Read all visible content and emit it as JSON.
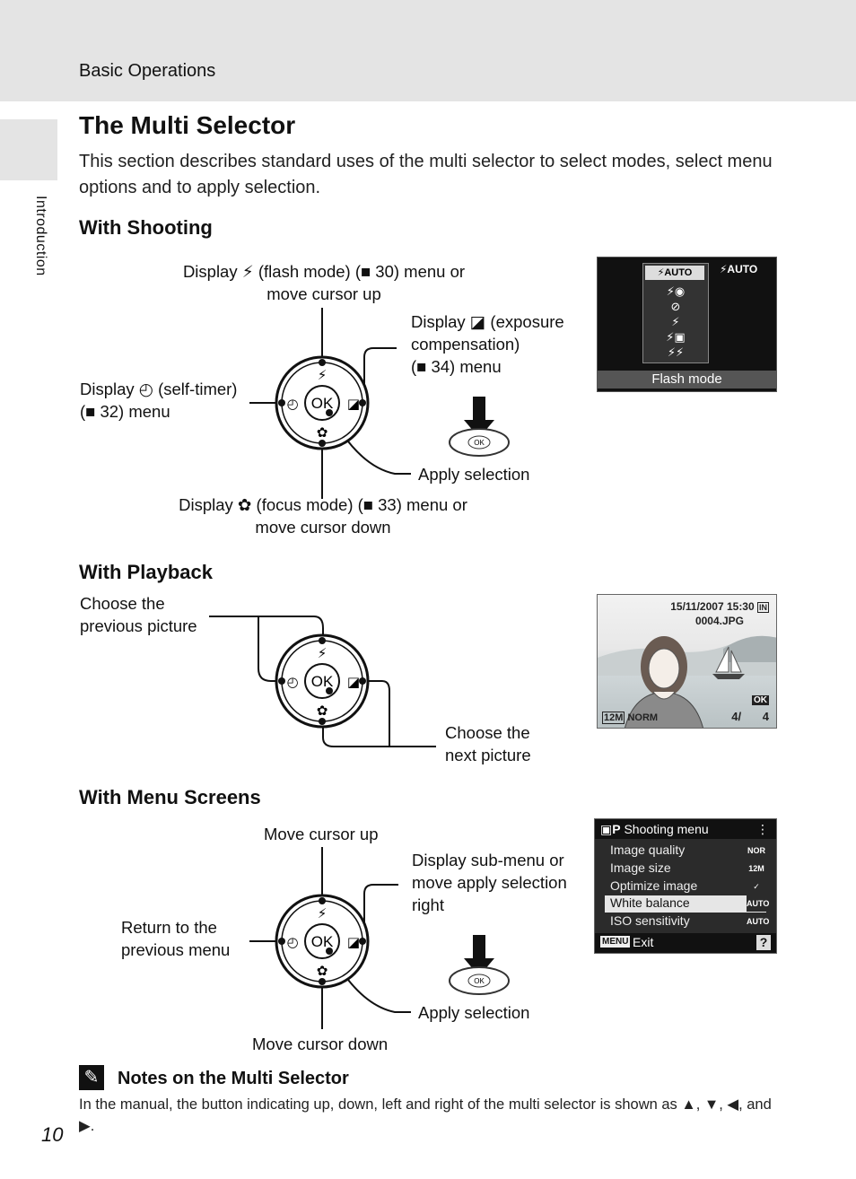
{
  "header": {
    "section": "Basic Operations",
    "side_tab": "Introduction"
  },
  "title": "The Multi Selector",
  "intro": "This section describes standard uses of the multi selector to select modes, select menu options and to apply selection.",
  "shooting": {
    "heading": "With Shooting",
    "up_1": "Display ⚡ (flash mode) (■ 30) menu or",
    "up_2": "move cursor up",
    "right_1": "Display ◪ (exposure",
    "right_2": "compensation)",
    "right_3": "(■ 34) menu",
    "left_1": "Display ◴ (self-timer)",
    "left_2": "(■ 32) menu",
    "apply": "Apply selection",
    "down_1": "Display ✿ (focus mode) (■ 33) menu or",
    "down_2": "move cursor down",
    "screen": {
      "menu_selected": "⚡AUTO",
      "menu_current": "⚡AUTO",
      "caption": "Flash mode"
    }
  },
  "playback": {
    "heading": "With Playback",
    "prev_1": "Choose the",
    "prev_2": "previous picture",
    "next_1": "Choose the",
    "next_2": "next picture",
    "screen": {
      "datetime": "15/11/2007 15:30",
      "filename": "0004.JPG",
      "size": "12M",
      "quality": "NORM",
      "counter": "4/",
      "total": "4"
    }
  },
  "menu": {
    "heading": "With Menu Screens",
    "up": "Move cursor up",
    "right_1": "Display sub-menu or",
    "right_2": "move apply selection",
    "right_3": "right",
    "left_1": "Return to the",
    "left_2": "previous menu",
    "apply": "Apply selection",
    "down": "Move cursor down",
    "screen": {
      "title": "Shooting menu",
      "items": [
        "Image quality",
        "Image size",
        "Optimize image",
        "White balance",
        "ISO sensitivity"
      ],
      "item_values": [
        "NOR MAL",
        "12M",
        "✓",
        "AUTO",
        "AUTO"
      ],
      "selected_index": 3,
      "footer_key": "MENU",
      "footer_label": "Exit",
      "help": "?"
    }
  },
  "dial": {
    "center": "OK",
    "up": "⚡",
    "down": "✿",
    "left": "◴",
    "right": "◪"
  },
  "notes": {
    "heading": "Notes on the Multi Selector",
    "text": "In the manual, the button indicating up, down, left and right of the multi selector is shown as ▲, ▼, ◀, and ▶."
  },
  "page_number": "10"
}
